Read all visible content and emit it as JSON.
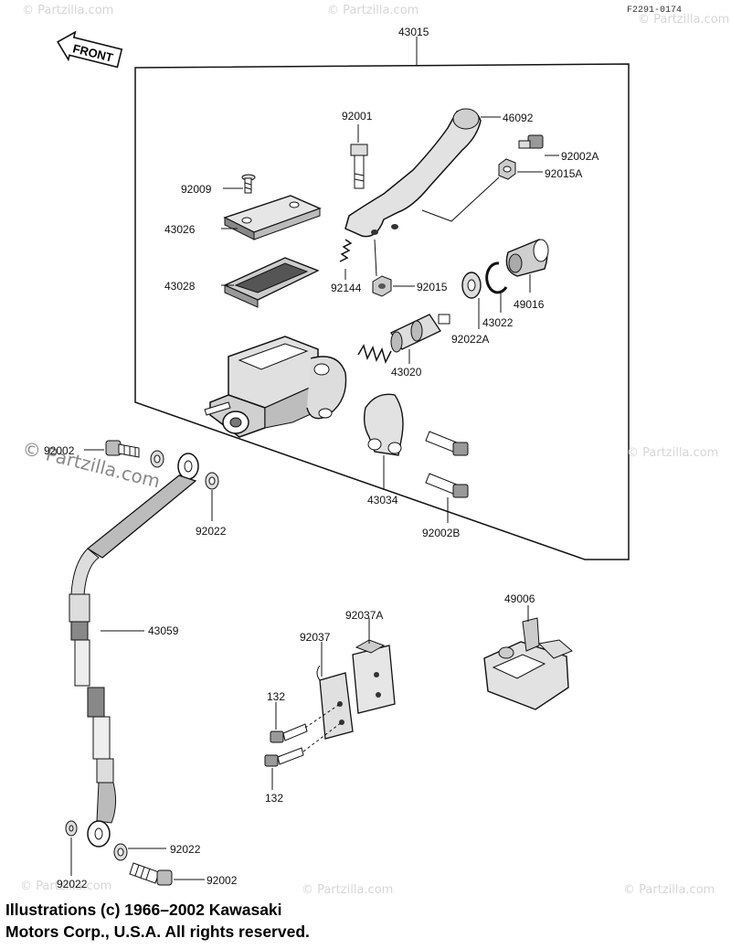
{
  "diagram_code": "F2291-0174",
  "front_label": "FRONT",
  "watermark_text": "© Partzilla.com",
  "copyright_lines": [
    "Illustrations (c) 1966–2002 Kawasaki",
    "Motors Corp., U.S.A.  All rights reserved."
  ],
  "parts": {
    "p43015": "43015",
    "p92001": "92001",
    "p46092": "46092",
    "p92002A": "92002A",
    "p92015A": "92015A",
    "p92009": "92009",
    "p43026": "43026",
    "p43028": "43028",
    "p92144": "92144",
    "p92015": "92015",
    "p49016": "49016",
    "p43022": "43022",
    "p92022A": "92022A",
    "p43020": "43020",
    "p43034": "43034",
    "p92002B": "92002B",
    "p92002_top": "92002",
    "p92022_top": "92022",
    "p43059": "43059",
    "p49006": "49006",
    "p92037A": "92037A",
    "p92037": "92037",
    "p132_a": "132",
    "p132_b": "132",
    "p92022_bot_r": "92022",
    "p92022_bot_l": "92022",
    "p92002_bot": "92002"
  },
  "colors": {
    "ink": "#111111",
    "part_fill": "#d9d9d9",
    "part_dark": "#555555",
    "watermark": "#d6d6d6"
  }
}
